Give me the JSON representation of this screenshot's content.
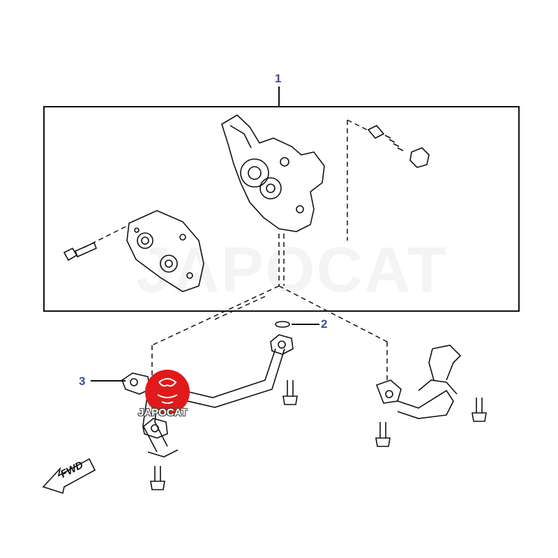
{
  "diagram": {
    "callouts": [
      {
        "id": "1",
        "label": "1"
      },
      {
        "id": "2",
        "label": "2"
      },
      {
        "id": "3",
        "label": "3"
      }
    ],
    "watermark": "JAPOCAT",
    "badge": {
      "text": "JAPOCAT",
      "color": "#e01a1a"
    },
    "direction_arrow": {
      "text": "FWD"
    },
    "colors": {
      "callout": "#3e4aa0",
      "line": "#111111",
      "badge": "#e01a1a"
    }
  }
}
